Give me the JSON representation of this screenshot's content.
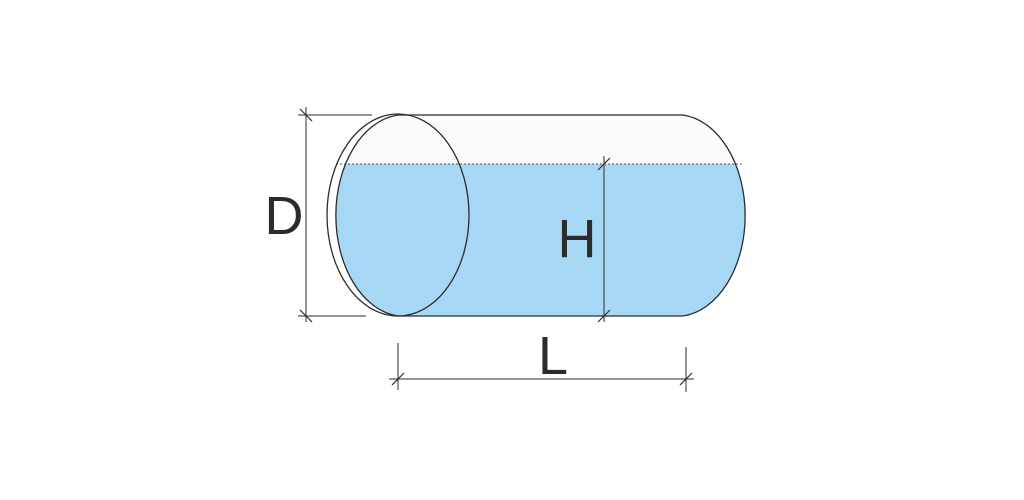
{
  "diagram": {
    "labels": {
      "diameter": "D",
      "fill_height": "H",
      "length": "L"
    },
    "colors": {
      "liquid": "#a6d8f5",
      "empty_space": "#fafafa",
      "outline": "#2b2b2b",
      "surface_line": "#555555",
      "background": "#ffffff"
    }
  }
}
